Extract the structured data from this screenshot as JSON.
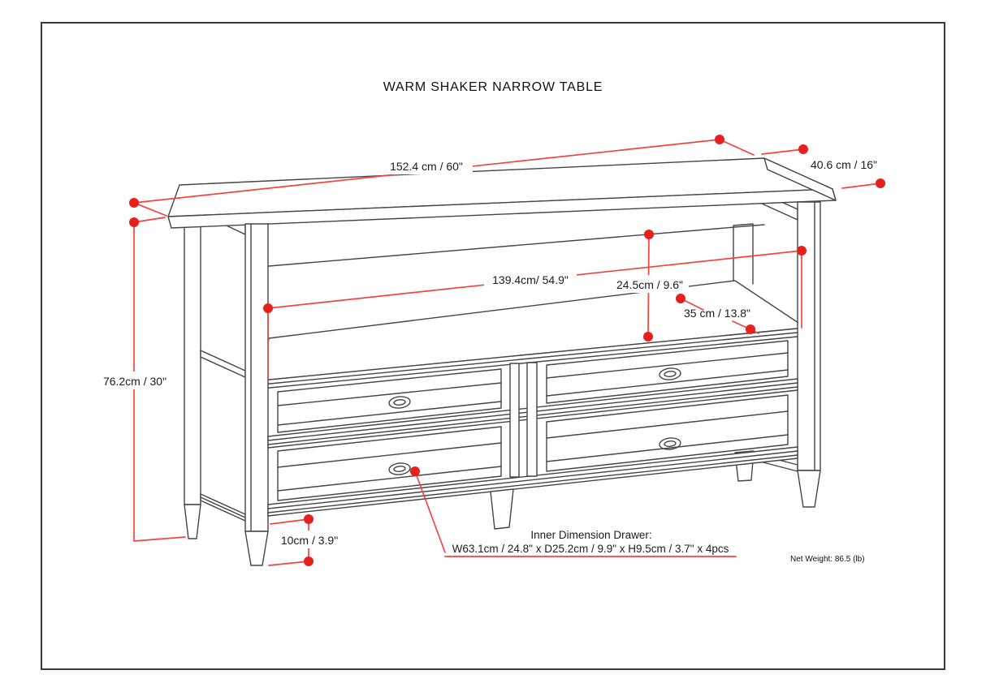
{
  "page": {
    "title": "WARM SHAKER NARROW TABLE",
    "net_weight": "Net Weight:  86.5 (lb)"
  },
  "dimensions": {
    "width": "152.4 cm / 60\"",
    "depth": "40.6 cm / 16\"",
    "inner_width": "139.4cm/ 54.9\"",
    "shelf_clearance": "24.5cm / 9.6\"",
    "shelf_depth": "35 cm / 13.8\"",
    "overall_height": "76.2cm / 30\"",
    "leg_height": "10cm / 3.9\""
  },
  "drawer_note": {
    "heading": "Inner Dimension Drawer:",
    "detail": "W63.1cm / 24.8\" x D25.2cm / 9.9\" x H9.5cm / 3.7\" x 4pcs"
  },
  "colors": {
    "dimension_line": "#f2453e",
    "dimension_dot": "#e6201c",
    "drawing_line": "#454545",
    "border": "#3a3a3a"
  }
}
